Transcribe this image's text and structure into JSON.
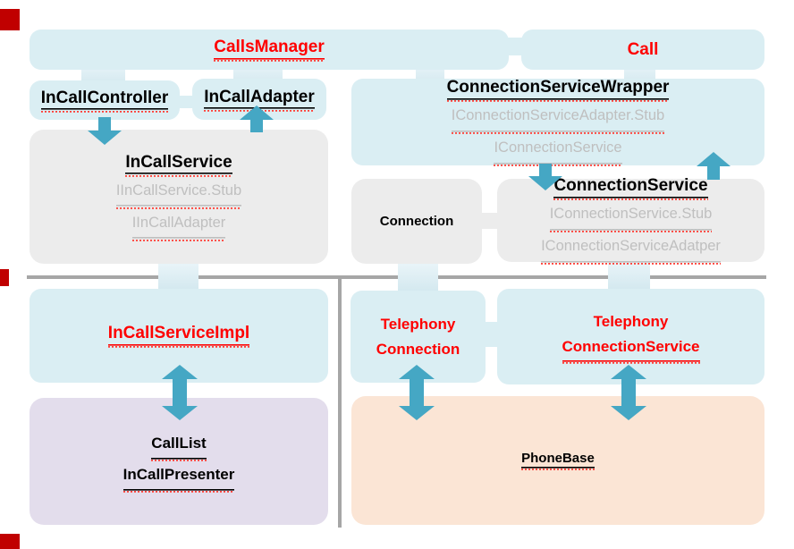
{
  "colors": {
    "box_blue": "#daeef3",
    "box_gray": "#ececec",
    "box_purple": "#e3ddec",
    "box_peach": "#fbe5d5",
    "arrow_teal": "#45a7c4",
    "divider_gray": "#a6a6a6",
    "text_red": "#ff0000",
    "text_gray": "#bfbfbf",
    "marker_red": "#c00000"
  },
  "diagram": {
    "calls_manager": "CallsManager",
    "call": "Call",
    "in_call_controller": "InCallController",
    "in_call_adapter": "InCallAdapter",
    "connection_service_wrapper": {
      "title": "ConnectionServiceWrapper",
      "line1": "IConnectionServiceAdapter.Stub",
      "line2": "IConnectionService"
    },
    "in_call_service": {
      "title": "InCallService",
      "line1": "IInCallService.Stub",
      "line2": "IInCallAdapter"
    },
    "connection": "Connection",
    "connection_service": {
      "title": "ConnectionService",
      "line1": "IConnectionService.Stub",
      "line2": "IConnectionServiceAdatper"
    },
    "in_call_service_impl": "InCallServiceImpl",
    "telephony_connection": {
      "line1": "Telephony",
      "line2": "Connection"
    },
    "telephony_connection_service": {
      "line1": "Telephony",
      "line2": "ConnectionService"
    },
    "call_list": {
      "line1": "CallList",
      "line2": "InCallPresenter"
    },
    "phone_base": "PhoneBase"
  }
}
